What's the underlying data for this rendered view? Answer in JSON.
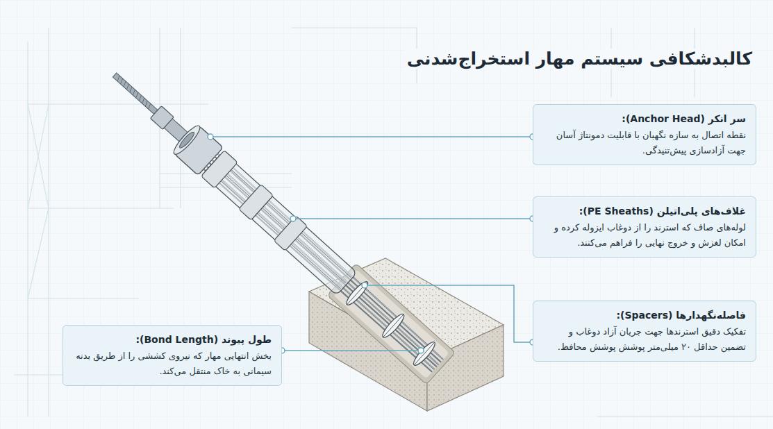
{
  "diagram": {
    "title": "کالبدشکافی سیستم مهار استخراج‌شدنی",
    "nodes": [
      {
        "text": [
          "سر انکر (Anchor Head):",
          "نقطه اتصال به سازه نگهبان با قابلیت دمونتاژ آسان جهت آزادسازی پیش‌تنیدگی."
        ]
      },
      {
        "text": [
          "غلاف‌های پلی‌اتیلن (PE Sheaths):",
          "لوله‌های صاف که استرند را از دوغاب ایزوله کرده و امکان لغزش و خروج نهایی را فراهم می‌کنند."
        ]
      },
      {
        "text": [
          "فاصله‌نگهدارها (Spacers):",
          "تفکیک دقیق استرندها جهت جریان آزاد دوغاب و تضمین حداقل ۲۰ میلی‌متر پوشش پوشش محافظ."
        ]
      },
      {
        "text": [
          "طول پیوند (Bond Length):",
          "بخش انتهایی مهار که نیروی کششی را از طریق بدنه سیمانی به خاک منتقل می‌کند."
        ]
      }
    ]
  }
}
